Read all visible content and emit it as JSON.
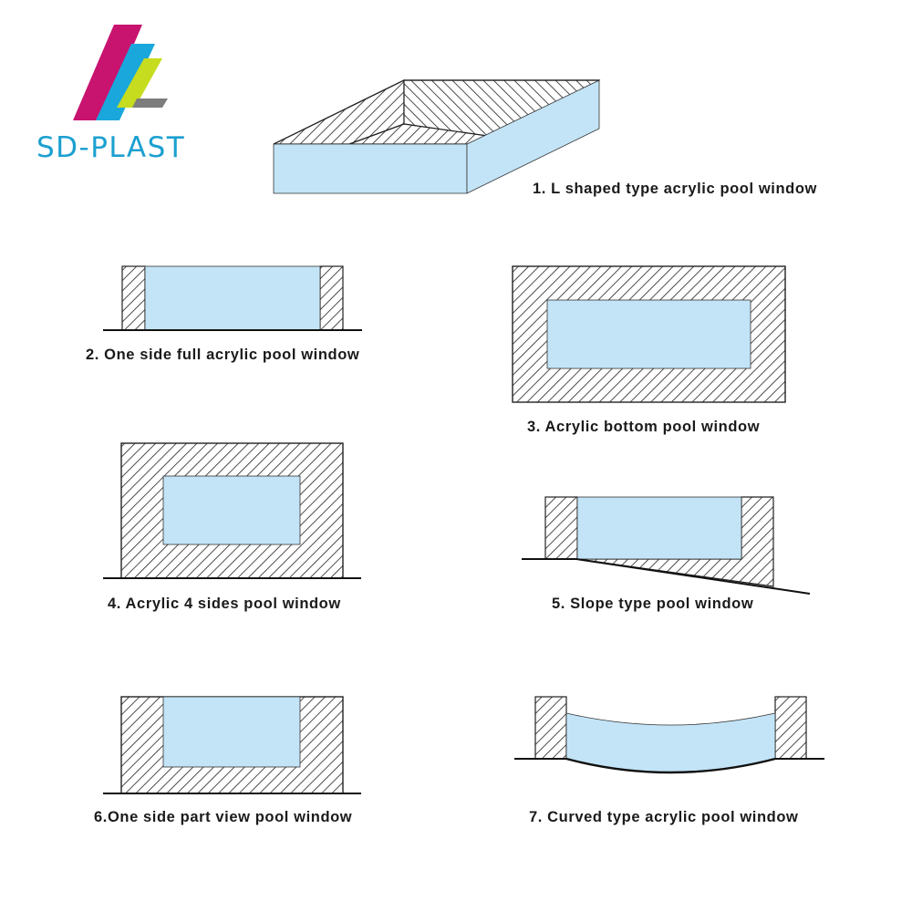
{
  "brand": {
    "name": "SD-PLAST",
    "text_color": "#1ba0d0",
    "logo_colors": [
      "#c8136f",
      "#1aa7dc",
      "#c6dc1e",
      "#7d7d7d"
    ]
  },
  "colors": {
    "glass": "#c3e4f7",
    "hatch_line": "#222222",
    "ground_line": "#111111"
  },
  "diagrams": [
    {
      "id": "l-shaped",
      "label": "1. L shaped type acrylic pool window",
      "icon": "l-shaped-pool-window-icon"
    },
    {
      "id": "one-side-full",
      "label": "2. One side full acrylic pool window",
      "icon": "one-side-full-pool-window-icon"
    },
    {
      "id": "bottom",
      "label": "3. Acrylic bottom pool window",
      "icon": "bottom-pool-window-icon"
    },
    {
      "id": "four-sides",
      "label": "4. Acrylic 4 sides pool window",
      "icon": "four-sides-pool-window-icon"
    },
    {
      "id": "slope",
      "label": "5. Slope type pool window",
      "icon": "slope-pool-window-icon"
    },
    {
      "id": "one-side-part",
      "label": "6.One side part view pool window",
      "icon": "one-side-part-pool-window-icon"
    },
    {
      "id": "curved",
      "label": "7. Curved type acrylic pool window",
      "icon": "curved-pool-window-icon"
    }
  ]
}
